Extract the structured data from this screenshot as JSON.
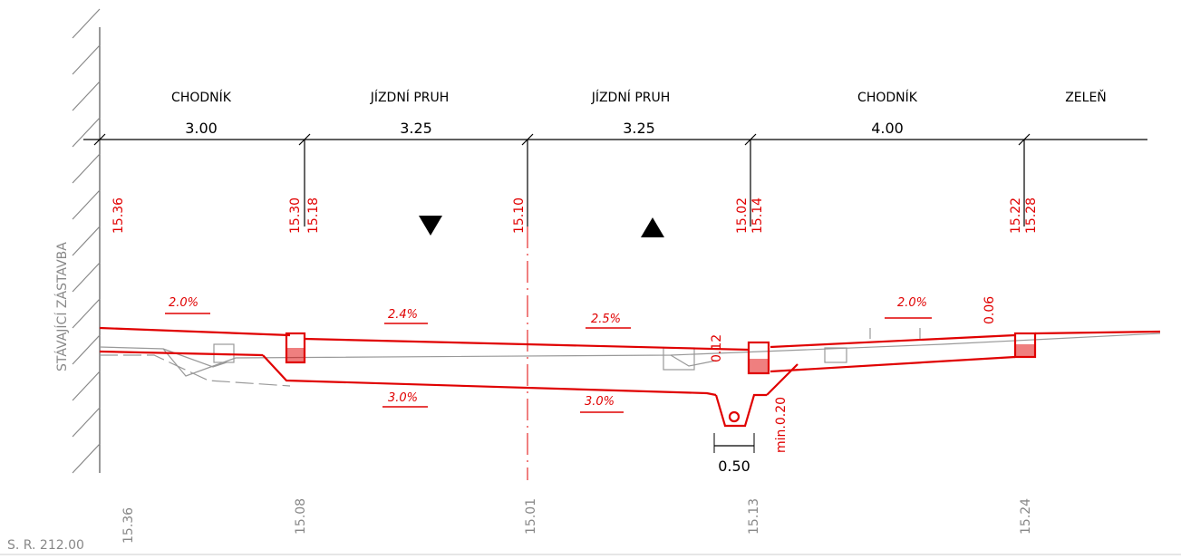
{
  "colors": {
    "design": "#e00000",
    "existing": "#999999",
    "lines": "#000000"
  },
  "zone_labels": [
    "CHODNÍK",
    "JÍZDNÍ  PRUH",
    "JÍZDNÍ  PRUH",
    "CHODNÍK",
    "ZELEŇ"
  ],
  "widths": [
    "3.00",
    "3.25",
    "3.25",
    "4.00"
  ],
  "side_label": "STÁVAJÍCÍ  ZÁSTAVBA",
  "design_elevations": [
    "15.36",
    "15.30",
    "15.18",
    "15.10",
    "15.02",
    "15.14",
    "15.22",
    "15.28"
  ],
  "existing_elevations": [
    "15.36",
    "15.08",
    "15.01",
    "15.13",
    "15.24"
  ],
  "slopes_top": [
    "2.0%",
    "2.4%",
    "2.5%",
    "2.0%"
  ],
  "slopes_bottom": [
    "3.0%",
    "3.0%"
  ],
  "small_dims": {
    "curb_left": "0.12",
    "curb_right": "0.06",
    "drain_depth": "min.0.20",
    "drain_width": "0.50"
  },
  "station": "S. R. 212.00",
  "direction_markers": [
    "down-triangle-icon",
    "up-triangle-icon"
  ]
}
